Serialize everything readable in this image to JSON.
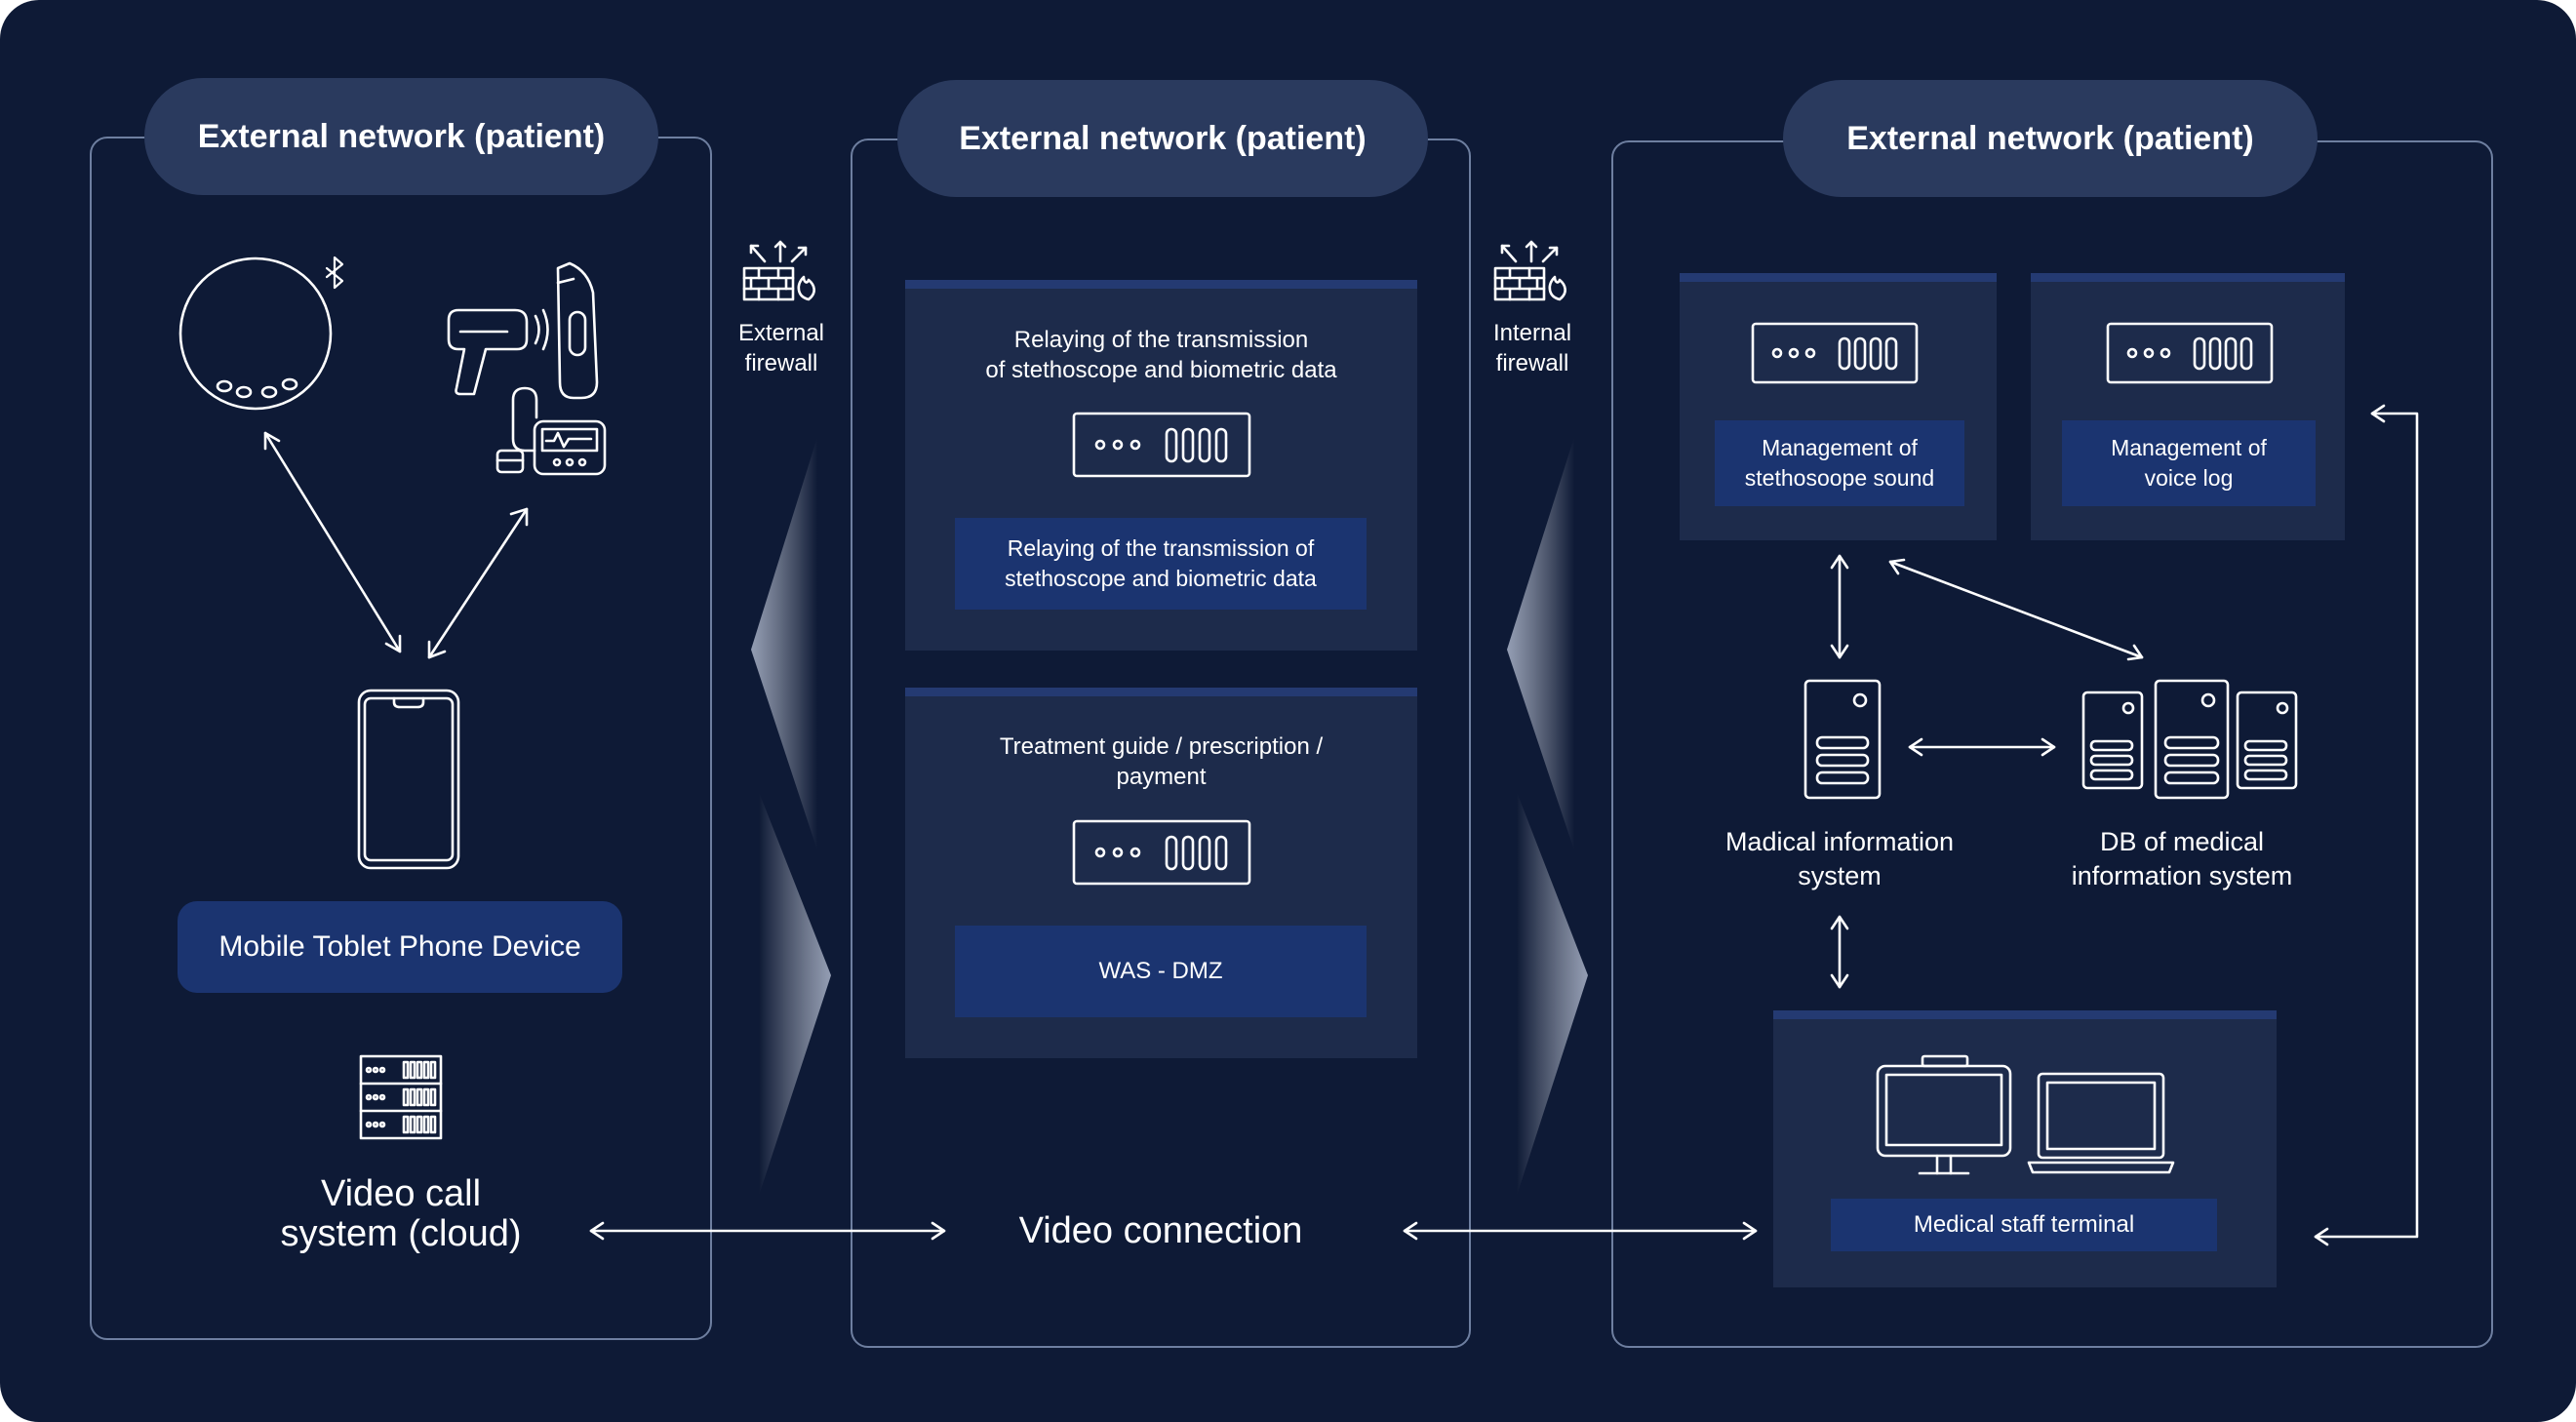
{
  "zones": {
    "left": {
      "title": "External network (patient)"
    },
    "middle": {
      "title": "External network (patient)"
    },
    "right": {
      "title": "External network (patient)"
    }
  },
  "firewalls": {
    "external": {
      "line1": "External",
      "line2": "firewall"
    },
    "internal": {
      "line1": "Internal",
      "line2": "firewall"
    }
  },
  "left": {
    "device_label": "Mobile Toblet Phone Device",
    "video_call_line1": "Video call",
    "video_call_line2": "system (cloud)"
  },
  "middle": {
    "relay_card": {
      "heading_line1": "Relaying of the transmission",
      "heading_line2": "of stethoscope and biometric data",
      "label_line1": "Relaying of the transmission of",
      "label_line2": "stethoscope and biometric data"
    },
    "treatment_card": {
      "heading_line1": "Treatment guide / prescription /",
      "heading_line2": "payment",
      "label": "WAS - DMZ"
    },
    "video_connection": "Video connection"
  },
  "right": {
    "stethoscope_card": {
      "line1": "Management of",
      "line2": "stethosoope sound"
    },
    "voice_card": {
      "line1": "Management of",
      "line2": "voice log"
    },
    "mis": {
      "line1": "Madical information",
      "line2": "system"
    },
    "db": {
      "line1": "DB of medical",
      "line2": "information system"
    },
    "terminal_label": "Medical staff terminal"
  },
  "colors": {
    "background": "#0e1a36",
    "pill": "#2a3a5e",
    "card": "#1d2b4b",
    "label": "#1b3470",
    "stroke": "#ffffff"
  }
}
